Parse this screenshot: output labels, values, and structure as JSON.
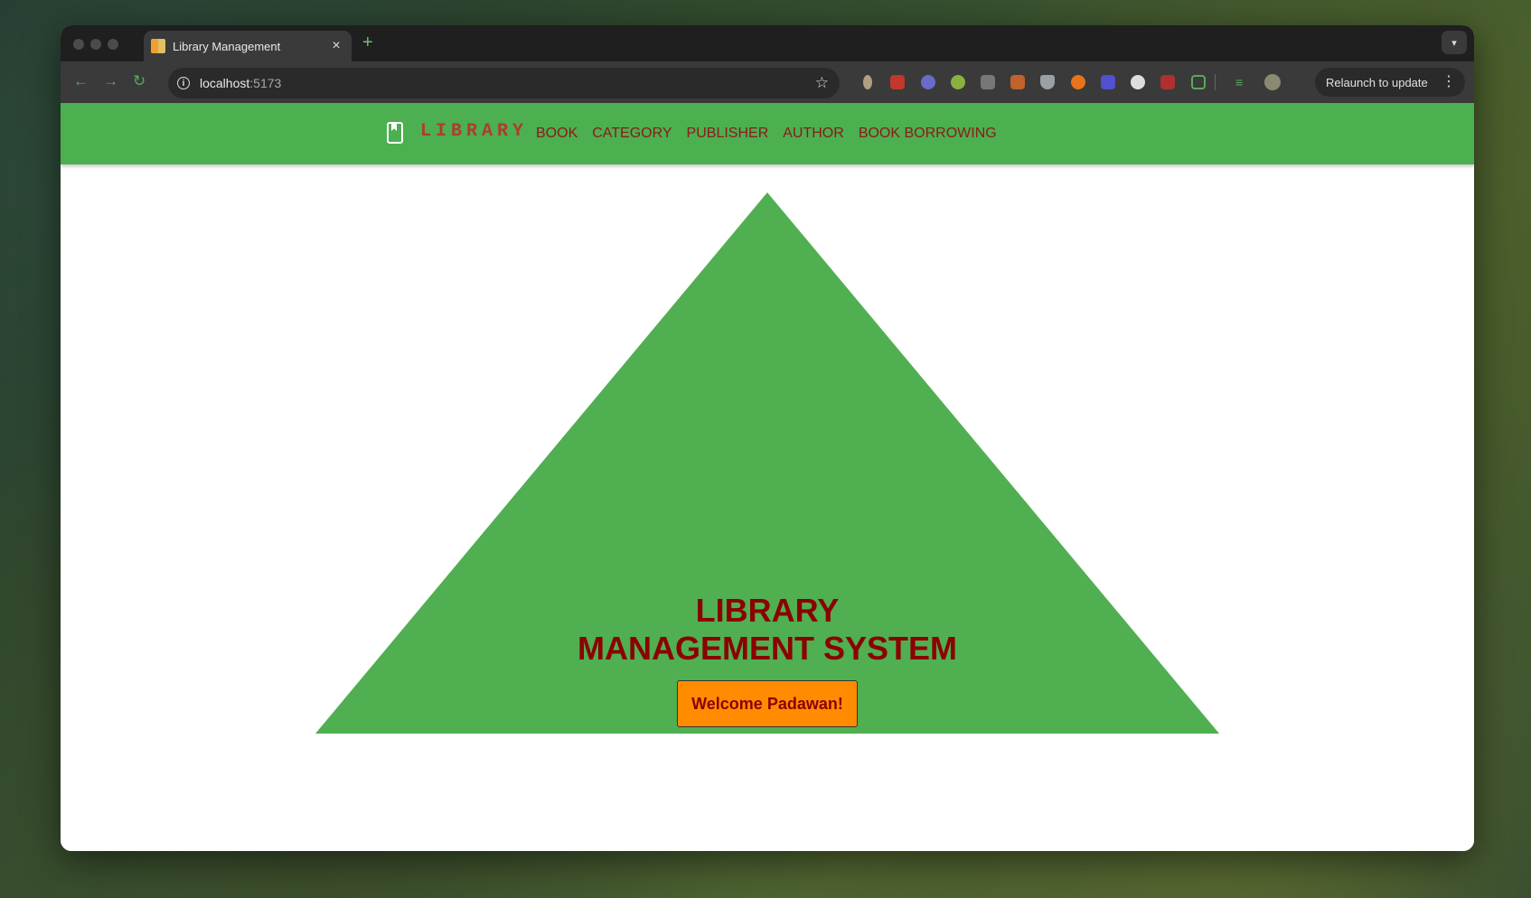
{
  "browser": {
    "tab_title": "Library Management",
    "tab_close": "×",
    "new_tab": "+",
    "url_host": "localhost",
    "url_port": ":5173",
    "relaunch_label": "Relaunch to update",
    "colors": {
      "frame": "#1f1f1f",
      "toolbar": "#3a3a3a",
      "nav_accent": "#5aa85d"
    }
  },
  "app": {
    "logo_text": "LIBRARY",
    "nav_items": [
      "BOOK",
      "CATEGORY",
      "PUBLISHER",
      "AUTHOR",
      "BOOK BORROWING"
    ],
    "hero_title_line1": "LIBRARY",
    "hero_title_line2": "MANAGEMENT SYSTEM",
    "welcome_button": "Welcome Padawan!",
    "colors": {
      "appbar": "#4caf50",
      "triangle": "#50af50",
      "title_text": "#8b0000",
      "button_bg": "#ff8c00"
    }
  }
}
